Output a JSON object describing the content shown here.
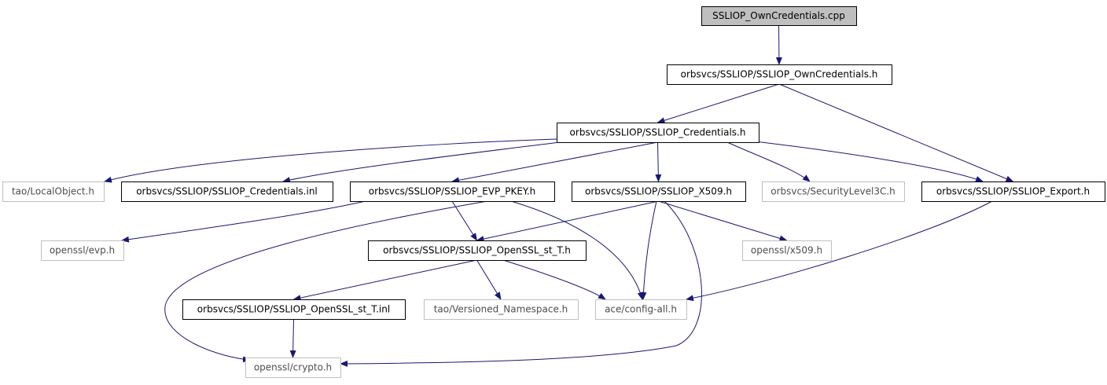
{
  "diagram": {
    "colors": {
      "edge": "#191970",
      "root_fill": "#bfbfbf",
      "box_stroke": "#000000",
      "external_stroke": "#bfbfbf",
      "text_dark": "#000000",
      "text_external": "#4d4d4d"
    },
    "nodes": [
      {
        "id": "n_cpp",
        "label": "SSLIOP_OwnCredentials.cpp",
        "kind": "root"
      },
      {
        "id": "n_owncred_h",
        "label": "orbsvcs/SSLIOP/SSLIOP_OwnCredentials.h",
        "kind": "file"
      },
      {
        "id": "n_cred_h",
        "label": "orbsvcs/SSLIOP/SSLIOP_Credentials.h",
        "kind": "file"
      },
      {
        "id": "n_localobject",
        "label": "tao/LocalObject.h",
        "kind": "external"
      },
      {
        "id": "n_cred_inl",
        "label": "orbsvcs/SSLIOP/SSLIOP_Credentials.inl",
        "kind": "file"
      },
      {
        "id": "n_evp_pkey",
        "label": "orbsvcs/SSLIOP/SSLIOP_EVP_PKEY.h",
        "kind": "file"
      },
      {
        "id": "n_x509_h",
        "label": "orbsvcs/SSLIOP/SSLIOP_X509.h",
        "kind": "file"
      },
      {
        "id": "n_seclevel3",
        "label": "orbsvcs/SecurityLevel3C.h",
        "kind": "external"
      },
      {
        "id": "n_export",
        "label": "orbsvcs/SSLIOP/SSLIOP_Export.h",
        "kind": "file"
      },
      {
        "id": "n_evp",
        "label": "openssl/evp.h",
        "kind": "external"
      },
      {
        "id": "n_openssl_st_t_h",
        "label": "orbsvcs/SSLIOP/SSLIOP_OpenSSL_st_T.h",
        "kind": "file"
      },
      {
        "id": "n_ossl_x509",
        "label": "openssl/x509.h",
        "kind": "external"
      },
      {
        "id": "n_openssl_st_t_inl",
        "label": "orbsvcs/SSLIOP/SSLIOP_OpenSSL_st_T.inl",
        "kind": "file"
      },
      {
        "id": "n_versioned",
        "label": "tao/Versioned_Namespace.h",
        "kind": "external"
      },
      {
        "id": "n_config_all",
        "label": "ace/config-all.h",
        "kind": "external"
      },
      {
        "id": "n_crypto",
        "label": "openssl/crypto.h",
        "kind": "external"
      }
    ],
    "edges": [
      {
        "from": "n_cpp",
        "to": "n_owncred_h"
      },
      {
        "from": "n_owncred_h",
        "to": "n_cred_h"
      },
      {
        "from": "n_owncred_h",
        "to": "n_export"
      },
      {
        "from": "n_cred_h",
        "to": "n_localobject"
      },
      {
        "from": "n_cred_h",
        "to": "n_cred_inl"
      },
      {
        "from": "n_cred_h",
        "to": "n_evp_pkey"
      },
      {
        "from": "n_cred_h",
        "to": "n_x509_h"
      },
      {
        "from": "n_cred_h",
        "to": "n_seclevel3"
      },
      {
        "from": "n_cred_h",
        "to": "n_export"
      },
      {
        "from": "n_evp_pkey",
        "to": "n_evp"
      },
      {
        "from": "n_evp_pkey",
        "to": "n_openssl_st_t_h"
      },
      {
        "from": "n_evp_pkey",
        "to": "n_config_all"
      },
      {
        "from": "n_evp_pkey",
        "to": "n_crypto"
      },
      {
        "from": "n_x509_h",
        "to": "n_openssl_st_t_h"
      },
      {
        "from": "n_x509_h",
        "to": "n_ossl_x509"
      },
      {
        "from": "n_x509_h",
        "to": "n_config_all"
      },
      {
        "from": "n_x509_h",
        "to": "n_crypto"
      },
      {
        "from": "n_export",
        "to": "n_config_all"
      },
      {
        "from": "n_openssl_st_t_h",
        "to": "n_openssl_st_t_inl"
      },
      {
        "from": "n_openssl_st_t_h",
        "to": "n_versioned"
      },
      {
        "from": "n_openssl_st_t_h",
        "to": "n_config_all"
      },
      {
        "from": "n_openssl_st_t_inl",
        "to": "n_crypto"
      }
    ]
  }
}
